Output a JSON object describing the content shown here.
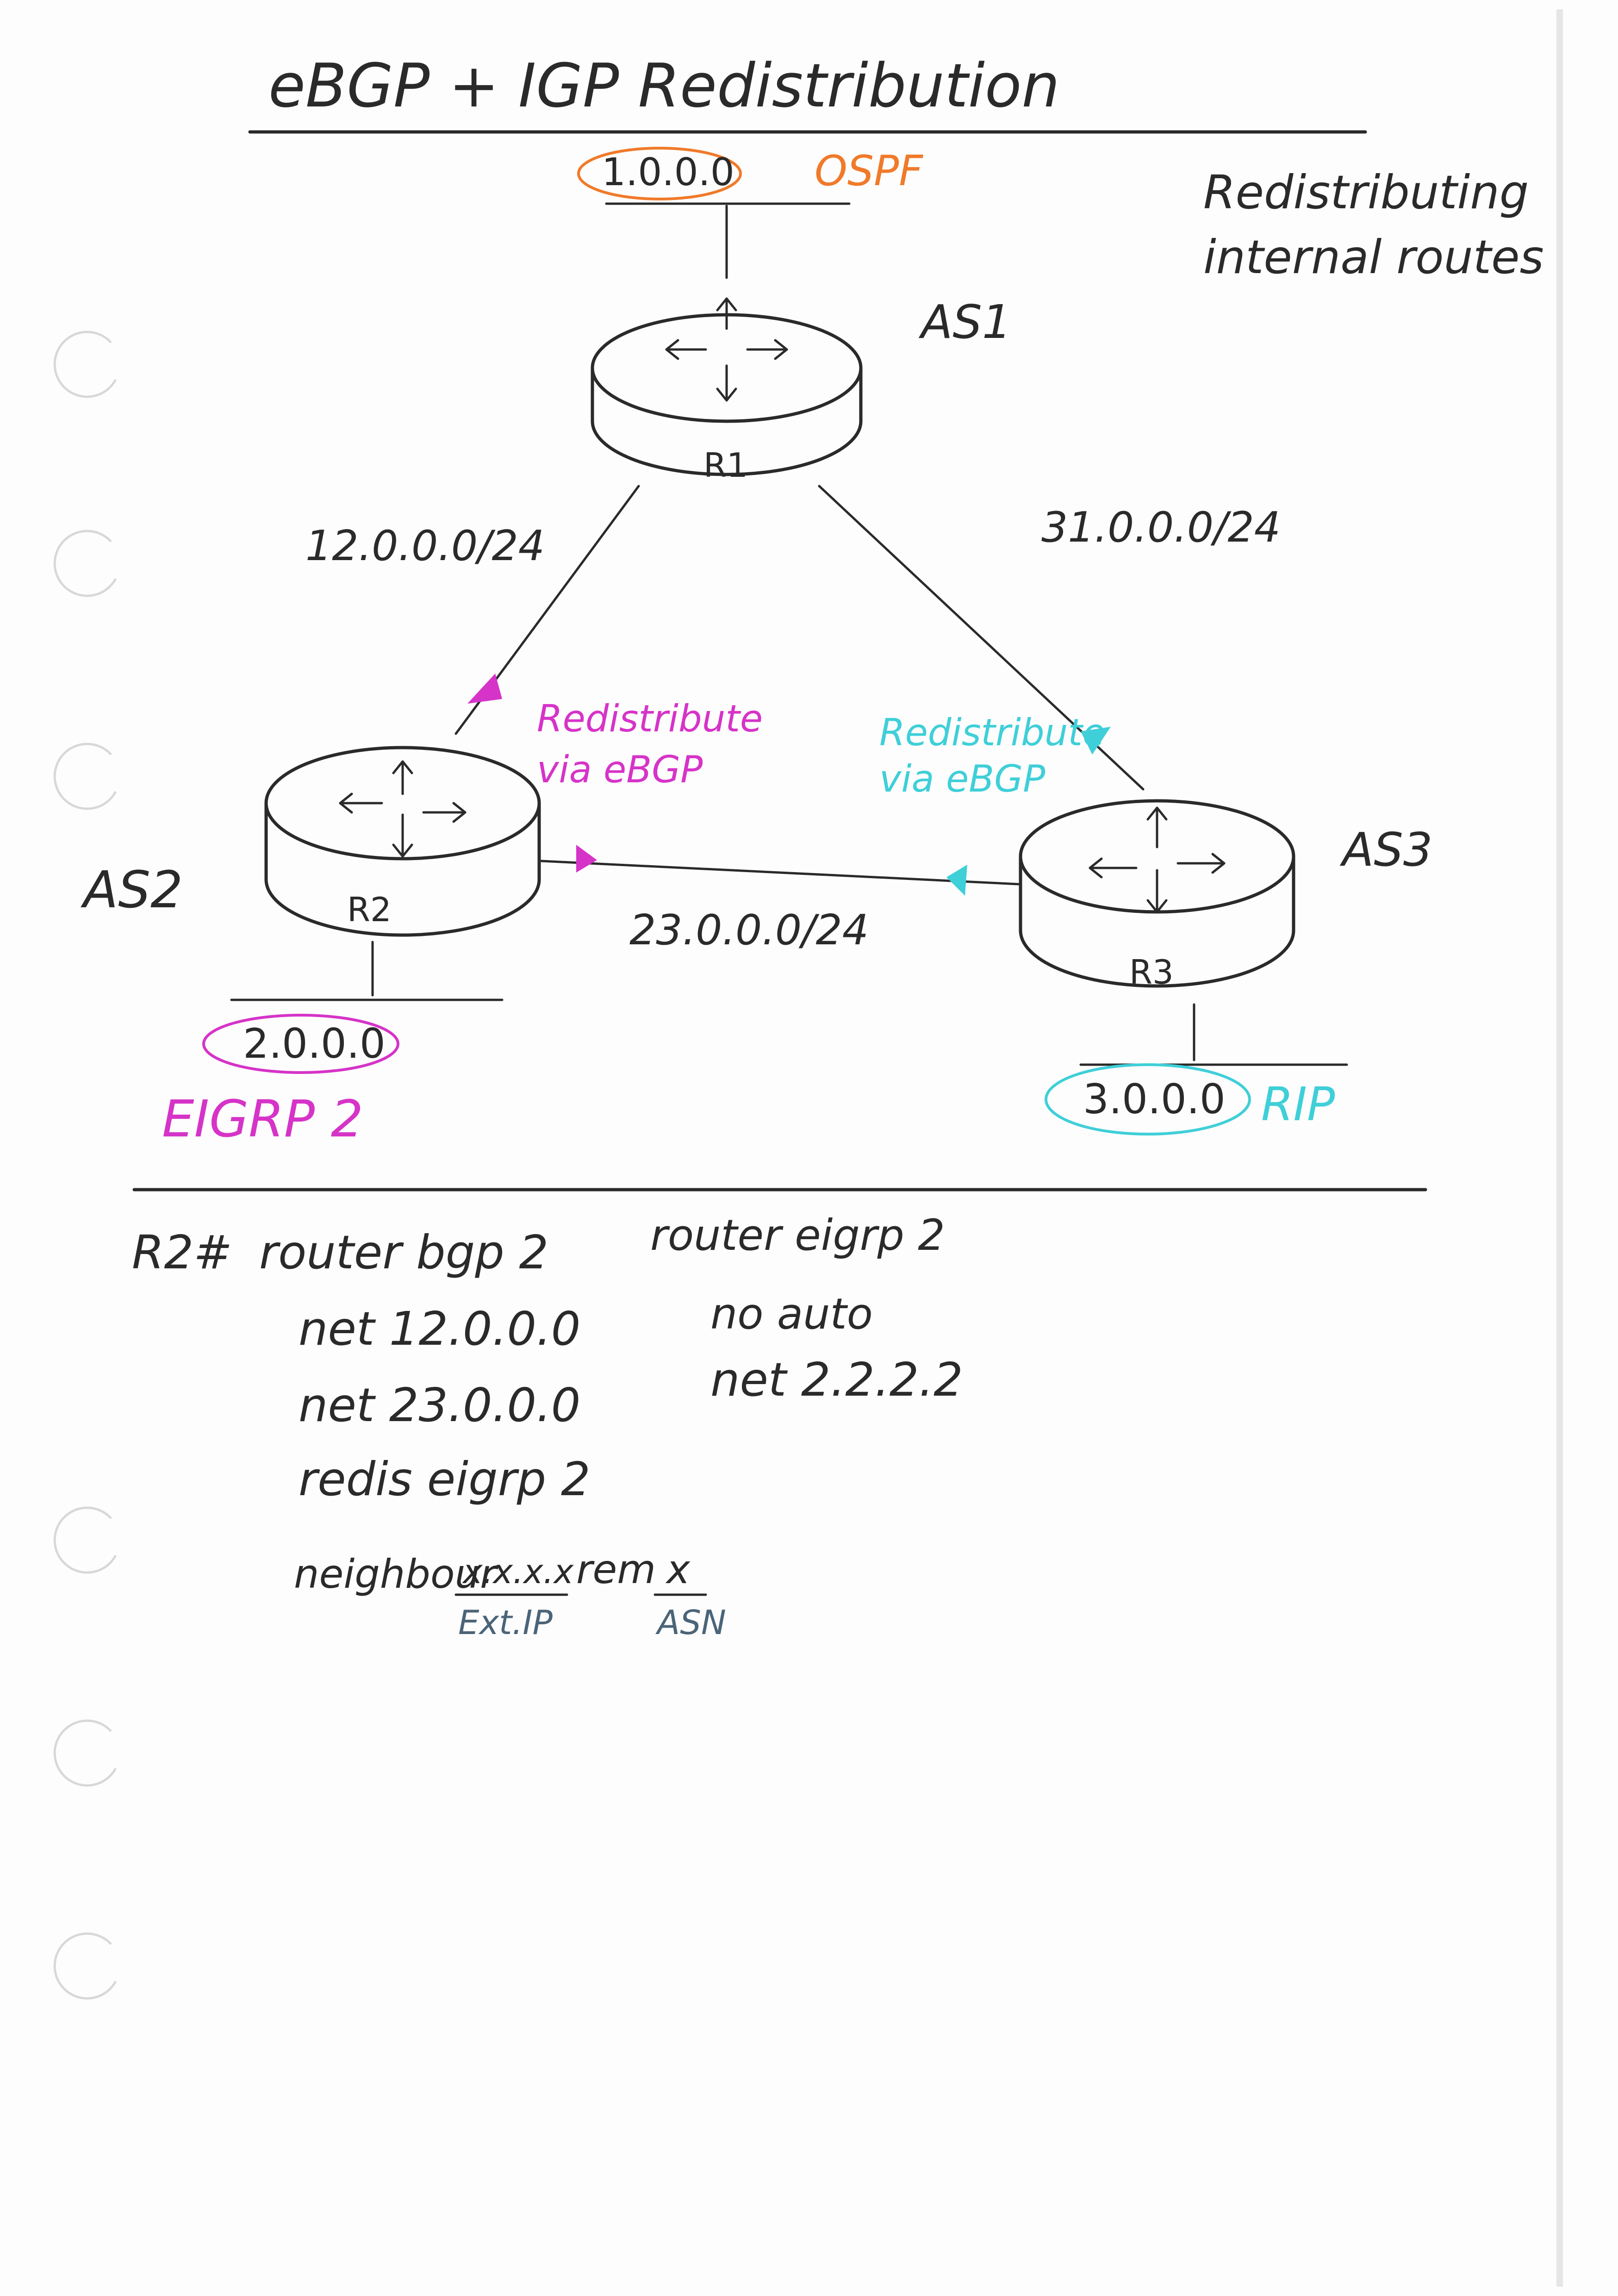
{
  "title": "eBGP + IGP Redistribution",
  "side_note": {
    "line1": "Redistributing",
    "line2": "internal routes"
  },
  "routers": {
    "r1": {
      "label": "R1",
      "as": "AS1"
    },
    "r2": {
      "label": "R2",
      "as": "AS2"
    },
    "r3": {
      "label": "R3",
      "as": "AS3"
    }
  },
  "networks": {
    "r1": {
      "address": "1.0.0.0",
      "protocol": "OSPF"
    },
    "r2": {
      "address": "2.0.0.0",
      "protocol": "EIGRP 2"
    },
    "r3": {
      "address": "3.0.0.0",
      "protocol": "RIP"
    }
  },
  "links": {
    "r1_r2": "12.0.0.0/24",
    "r1_r3": "31.0.0.0/24",
    "r2_r3": "23.0.0.0/24"
  },
  "notes": {
    "r2_redistribute": {
      "line1": "Redistribute",
      "line2": "via eBGP"
    },
    "r3_redistribute": {
      "line1": "Redistribute",
      "line2": "via eBGP"
    }
  },
  "config": {
    "prompt": "R2#",
    "bgp": {
      "header": "router bgp 2",
      "lines": [
        "net 12.0.0.0",
        "net 23.0.0.0",
        "redis eigrp 2"
      ],
      "neighbour": {
        "keyword": "neighbour",
        "ip": "x.x.x.x",
        "rem": "rem",
        "asn": "x",
        "ip_caption": "Ext.IP",
        "asn_caption": "ASN"
      }
    },
    "eigrp": {
      "header": "router eigrp 2",
      "lines": [
        "no auto",
        "net 2.2.2.2"
      ]
    }
  },
  "colors": {
    "ink": "#2a2a2a",
    "ospf": "#f07a2a",
    "eigrp": "#d633c8",
    "rip": "#3fcfd8",
    "caption": "#4b6478"
  }
}
